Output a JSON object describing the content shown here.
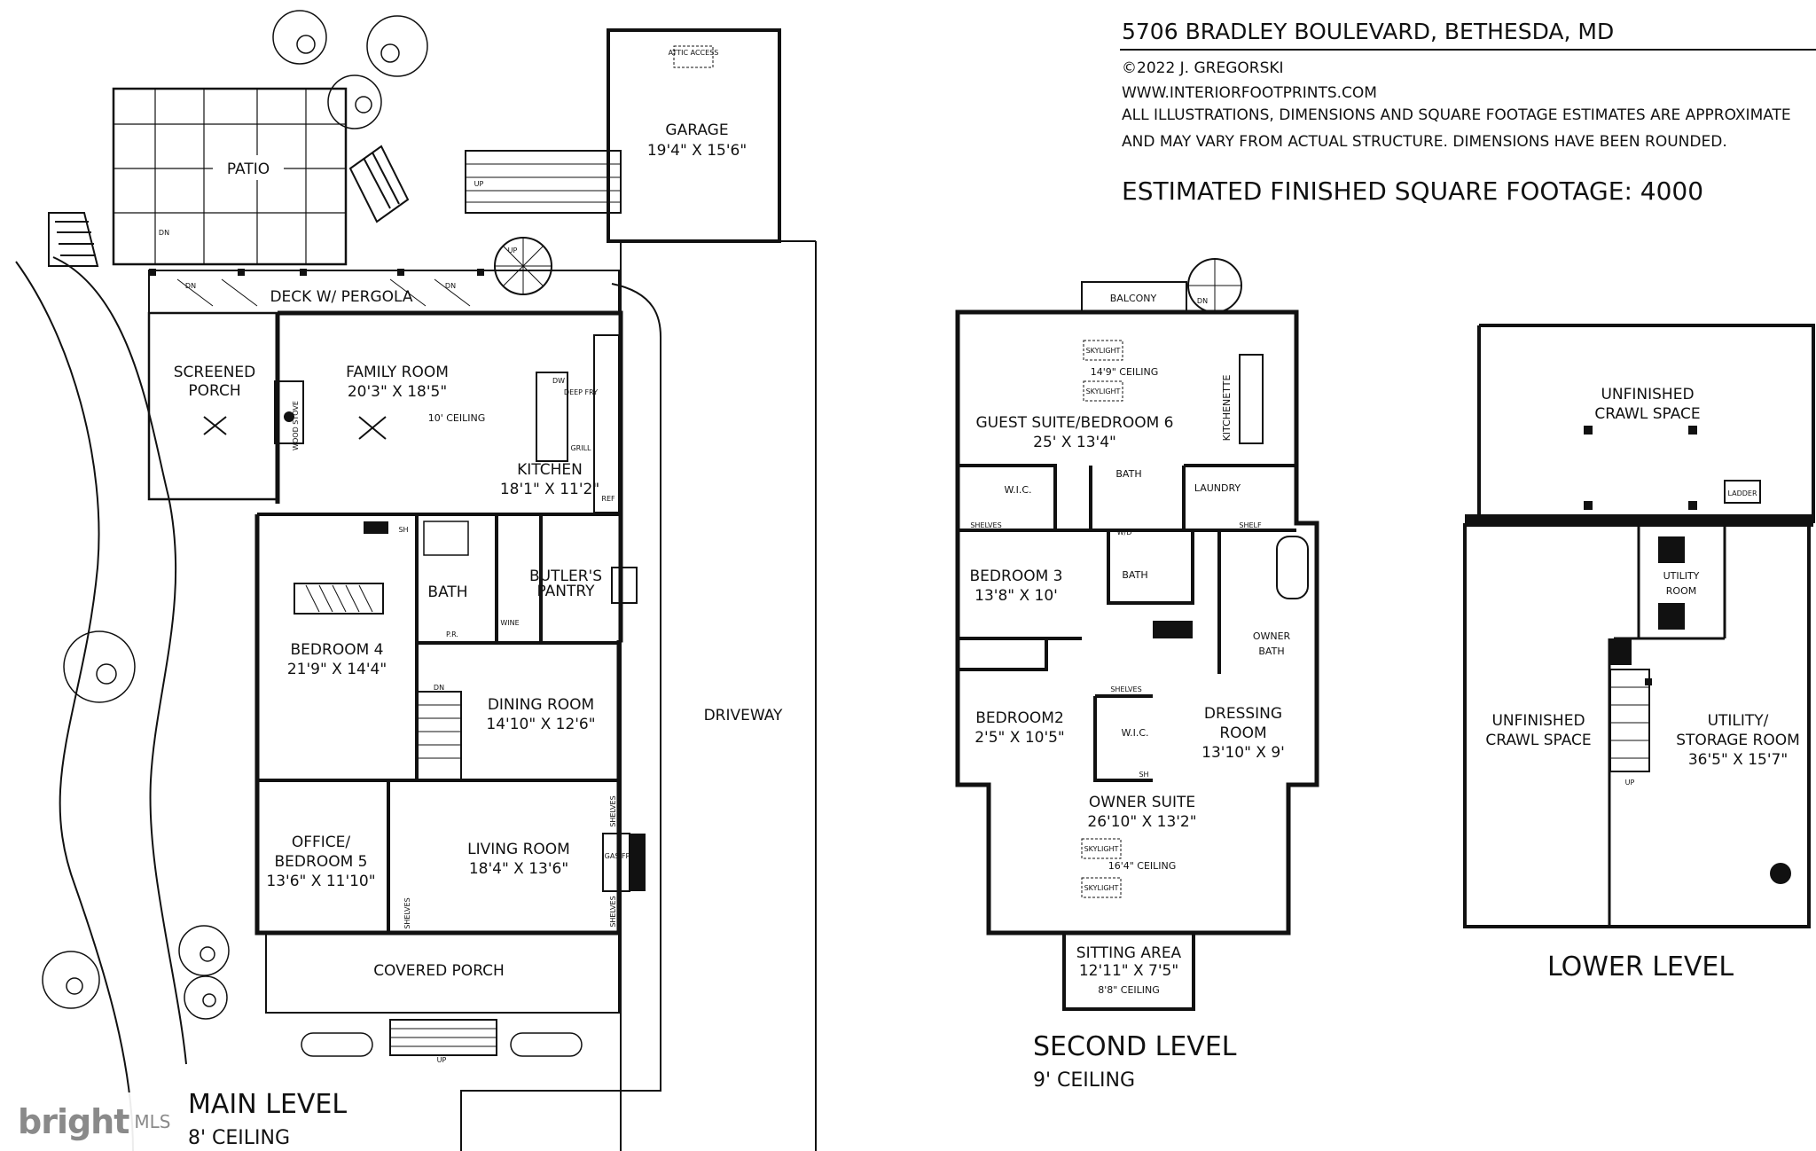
{
  "header": {
    "address": "5706 BRADLEY BOULEVARD, BETHESDA, MD",
    "copyright": "©2022 J. GREGORSKI",
    "website": "WWW.INTERIORFOOTPRINTS.COM",
    "disclaimer_1": "ALL ILLUSTRATIONS, DIMENSIONS AND SQUARE FOOTAGE ESTIMATES ARE APPROXIMATE",
    "disclaimer_2": "AND MAY VARY FROM ACTUAL STRUCTURE. DIMENSIONS HAVE BEEN ROUNDED.",
    "sqft": "ESTIMATED FINISHED SQUARE FOOTAGE: 4000"
  },
  "main_level": {
    "title": "MAIN LEVEL",
    "ceiling": "8' CEILING",
    "garage": {
      "name": "GARAGE",
      "dim": "19'4\" X 15'6\"",
      "attic": "ATTIC ACCESS"
    },
    "patio": "PATIO",
    "deck": "DECK W/ PERGOLA",
    "screened_porch": {
      "line1": "SCREENED",
      "line2": "PORCH"
    },
    "family_room": {
      "name": "FAMILY ROOM",
      "dim": "20'3\" X 18'5\"",
      "ceiling": "10' CEILING"
    },
    "wood_stove": "WOOD STOVE",
    "kitchen": {
      "name": "KITCHEN",
      "dim": "18'1\" X 11'2\""
    },
    "deep_fry": "DEEP FRY",
    "grill": "GRILL",
    "dw": "DW",
    "ref": "REF",
    "butlers_pantry": {
      "line1": "BUTLER'S",
      "line2": "PANTRY"
    },
    "wine": "WINE",
    "bath": "BATH",
    "pr": "P.R.",
    "sh": "SH",
    "bedroom4": {
      "name": "BEDROOM 4",
      "dim": "21'9\" X 14'4\""
    },
    "dining_room": {
      "name": "DINING ROOM",
      "dim": "14'10\" X 12'6\""
    },
    "driveway": "DRIVEWAY",
    "office": {
      "line1": "OFFICE/",
      "line2": "BEDROOM 5",
      "dim": "13'6\" X 11'10\""
    },
    "living_room": {
      "name": "LIVING ROOM",
      "dim": "18'4\" X 13'6\""
    },
    "gas_fp": "GAS FP",
    "shelves": "SHELVES",
    "covered_porch": "COVERED PORCH",
    "up": "UP",
    "dn": "DN"
  },
  "second_level": {
    "title": "SECOND LEVEL",
    "ceiling": "9' CEILING",
    "balcony": "BALCONY",
    "skylight": "SKYLIGHT",
    "guest_ceiling": "14'9\" CEILING",
    "guest_suite": {
      "name": "GUEST SUITE/BEDROOM 6",
      "dim": "25' X 13'4\""
    },
    "kitchenette": "KITCHENETTE",
    "wic": "W.I.C.",
    "bath": "BATH",
    "laundry": "LAUNDRY",
    "shelves": "SHELVES",
    "shelf": "SHELF",
    "wd": "W/D",
    "bedroom3": {
      "name": "BEDROOM 3",
      "dim": "13'8\" X 10'"
    },
    "owner_bath": {
      "line1": "OWNER",
      "line2": "BATH"
    },
    "bedroom2": {
      "name": "BEDROOM2",
      "dim": "2'5\" X 10'5\""
    },
    "dressing_room": {
      "name": "DRESSING",
      "name2": "ROOM",
      "dim": "13'10\" X 9'"
    },
    "owner_suite": {
      "name": "OWNER SUITE",
      "dim": "26'10\" X 13'2\"",
      "ceiling": "16'4\" CEILING"
    },
    "sitting_area": {
      "name": "SITTING AREA",
      "dim": "12'11\" X 7'5\"",
      "ceiling": "8'8\" CEILING"
    }
  },
  "lower_level": {
    "title": "LOWER LEVEL",
    "crawl_top": {
      "line1": "UNFINISHED",
      "line2": "CRAWL SPACE"
    },
    "ladder": "LADDER",
    "utility_room": {
      "line1": "UTILITY",
      "line2": "ROOM"
    },
    "crawl_left": {
      "line1": "UNFINISHED",
      "line2": "CRAWL SPACE"
    },
    "storage": {
      "line1": "UTILITY/",
      "line2": "STORAGE ROOM",
      "dim": "36'5\" X 15'7\""
    }
  },
  "watermark": {
    "brand": "bright",
    "suffix": "MLS"
  }
}
